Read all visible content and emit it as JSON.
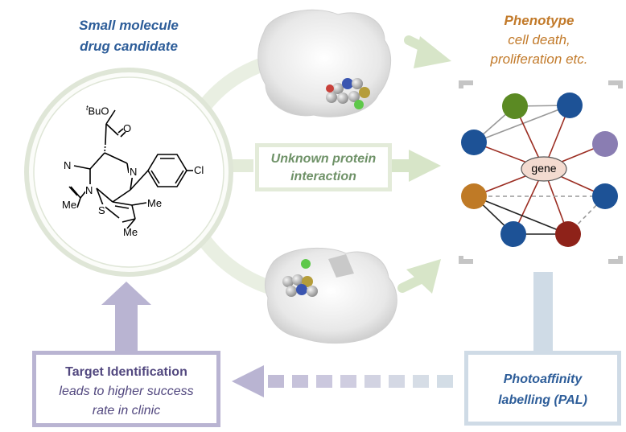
{
  "drug": {
    "title_line1": "Small molecule",
    "title_line2": "drug candidate",
    "structure": {
      "tbu_prefix": "t",
      "tbu_text": "BuO",
      "carbonyl_o": "O",
      "ring_n_top": "N",
      "ring_n_left": "N",
      "ring_n_bottom": "N",
      "methyl_left": "Me",
      "sulfur": "S",
      "methyl_right": "Me",
      "methyl_bottom": "Me",
      "chlorine": "Cl"
    }
  },
  "phenotype": {
    "title": "Phenotype",
    "line1": "cell death,",
    "line2": "proliferation etc."
  },
  "interaction": {
    "line1": "Unknown protein",
    "line2": "interaction"
  },
  "network": {
    "center_label": "gene"
  },
  "target": {
    "title": "Target Identification",
    "line1": "leads to higher success",
    "line2": "rate in clinic"
  },
  "pal": {
    "line1": "Photoaffinity",
    "line2": "labelling (PAL)"
  },
  "colors": {
    "blue": "#1d5296",
    "green": "#5b8a23",
    "purple": "#8a7db2",
    "orange": "#bf7a26",
    "darkred": "#8e2219",
    "edge_red": "#9b2d22",
    "light_green": "#d7e5c8",
    "light_purple": "#b9b4d2",
    "light_blue": "#cfdbe6"
  }
}
